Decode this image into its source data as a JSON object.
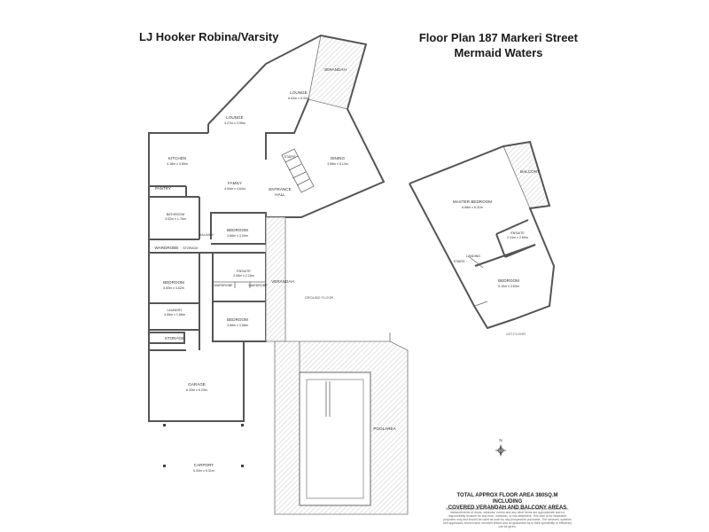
{
  "header": {
    "agency": "LJ Hooker Robina/Varsity",
    "title_line1": "Floor Plan 187 Markeri Street",
    "title_line2": "Mermaid Waters"
  },
  "ground_floor": {
    "label": "GROUND FLOOR",
    "rooms": {
      "verandah_top": {
        "name": "VERANDAH"
      },
      "lounge_main": {
        "name": "LOUNGE",
        "dims": "6.63m x 5.33m"
      },
      "lounge_small": {
        "name": "LOUNGE",
        "dims": "4.27m x 3.95m"
      },
      "kitchen": {
        "name": "KITCHEN",
        "dims": "4.18m x 3.80m"
      },
      "dining": {
        "name": "DINING",
        "dims": "3.98m x 5.13m"
      },
      "stairs": {
        "name": "STAIRS"
      },
      "family": {
        "name": "FAMILY",
        "dims": "4.94m x 4.64m"
      },
      "entrance_hall": {
        "name": "ENTRANCE",
        "name2": "HALL"
      },
      "pantry": {
        "name": "PANTRY"
      },
      "bathroom": {
        "name": "BATHROOM",
        "dims": "3.02m x 1.78m"
      },
      "bedroom1": {
        "name": "BEDROOM",
        "dims": "3.68m x 3.04m"
      },
      "hallway": {
        "name": "HALLWAY"
      },
      "wardrobe": {
        "name": "WARDROBE"
      },
      "storage1": {
        "name": "STORAGE"
      },
      "bedroom2": {
        "name": "BEDROOM",
        "dims": "3.50m x 3.62m"
      },
      "ensuite": {
        "name": "ENSUITE",
        "dims": "2.06m x 2.16m"
      },
      "wardrobe2": {
        "name": "WARDROBE"
      },
      "wardrobe3": {
        "name": "WARDROBE"
      },
      "verandah_side": {
        "name": "VERANDAH"
      },
      "laundry": {
        "name": "LAUNDRY",
        "dims": "3.55m x 1.86m"
      },
      "bedroom3": {
        "name": "BEDROOM",
        "dims": "3.68m x 3.58m"
      },
      "storage2": {
        "name": "STORAGE"
      },
      "garage": {
        "name": "GARAGE",
        "dims": "6.33m x 6.23m"
      },
      "carport": {
        "name": "CARPORT",
        "dims": "5.33m x 5.31m"
      },
      "poolarea": {
        "name": "POOLAREA"
      }
    }
  },
  "first_floor": {
    "label": "1ST FLOOR",
    "rooms": {
      "balcony": {
        "name": "BALCONY"
      },
      "master_bedroom": {
        "name": "MASTER BEDROOM",
        "dims": "6.68m x 6.31m"
      },
      "ensuite": {
        "name": "ENSUITE",
        "dims": "2.41m x 2.69m"
      },
      "landing": {
        "name": "LANDING"
      },
      "stairs": {
        "name": "STAIRS"
      },
      "bedroom": {
        "name": "BEDROOM",
        "dims": "5.10m x 3.83m"
      }
    }
  },
  "compass": {
    "north": "N",
    "icon": "compass-rose-icon"
  },
  "area_note": {
    "line1": "TOTAL APPROX FLOOR AREA 380SQ.M INCLUDING",
    "line2": "COVERED VERANDAH AND BALCONY AREAS"
  },
  "disclaimer": "Whilst every attempt has been made to ensure the accuracy of the floor plan contained here, measurements of doors, windows, rooms and any other items are approximate and no responsibility is taken for any error, omission, or mis-statement. This plan is for illustrative purposes only and should be used as such by any prospective purchaser. The services, systems and appliances shown have not been tested and no guarantee as to their operability or efficiency can be given."
}
